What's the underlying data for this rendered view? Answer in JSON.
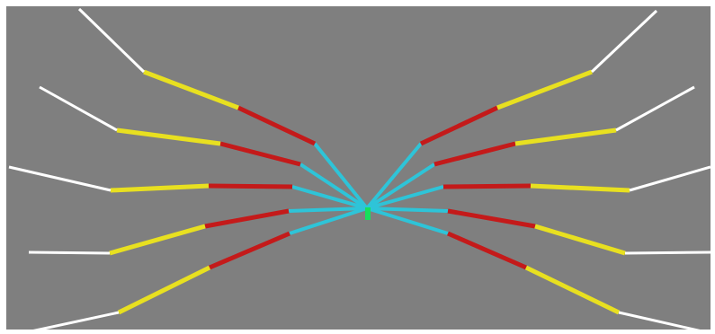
{
  "scene": {
    "background_color": "#7f7f7f",
    "frame_color": "#ffffff",
    "segment_colors": {
      "root": "#2ec4d8",
      "inner": "#c41a1a",
      "middle": "#e8e020",
      "tip": "#ffffff"
    },
    "center_marker_color": "#17e05c",
    "branch_count": 10,
    "segments_per_branch": 4,
    "segment_order": [
      "root",
      "inner",
      "middle",
      "tip"
    ]
  }
}
